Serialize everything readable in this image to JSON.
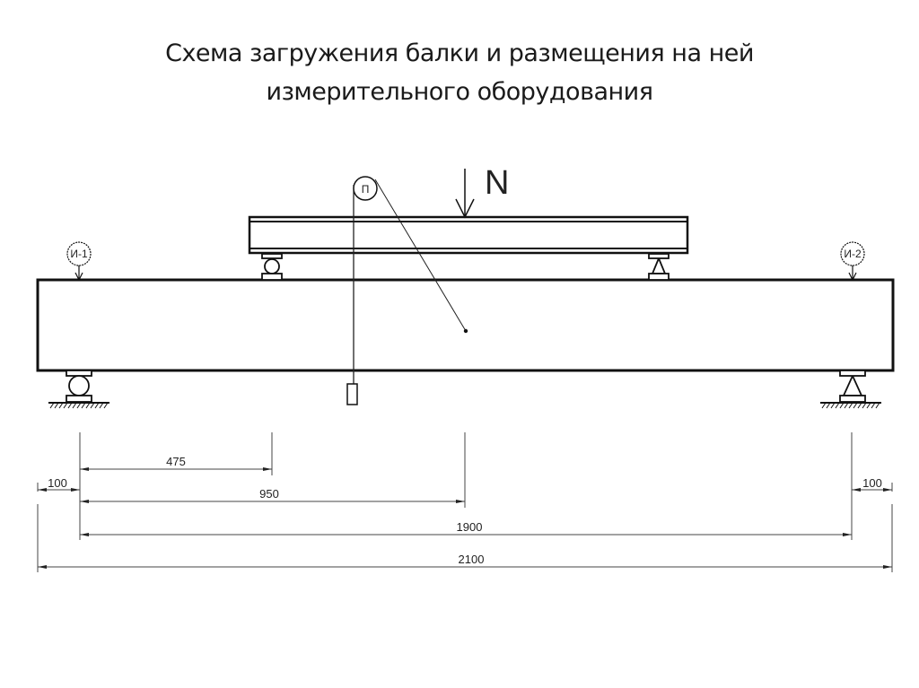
{
  "title": {
    "line1": "Схема загружения балки и размещения на ней",
    "line2": "измерительного оборудования"
  },
  "diagram": {
    "load_label": "N",
    "pulley_label": "П",
    "gauge_left_label": "И-1",
    "gauge_right_label": "И-2",
    "colors": {
      "line": "#111111",
      "dim_line": "#444444",
      "text": "#222222"
    }
  },
  "dimensions": {
    "left_overhang": "100",
    "right_overhang": "100",
    "quarter_span": "475",
    "half_span": "950",
    "span": "1900",
    "total_length": "2100"
  }
}
